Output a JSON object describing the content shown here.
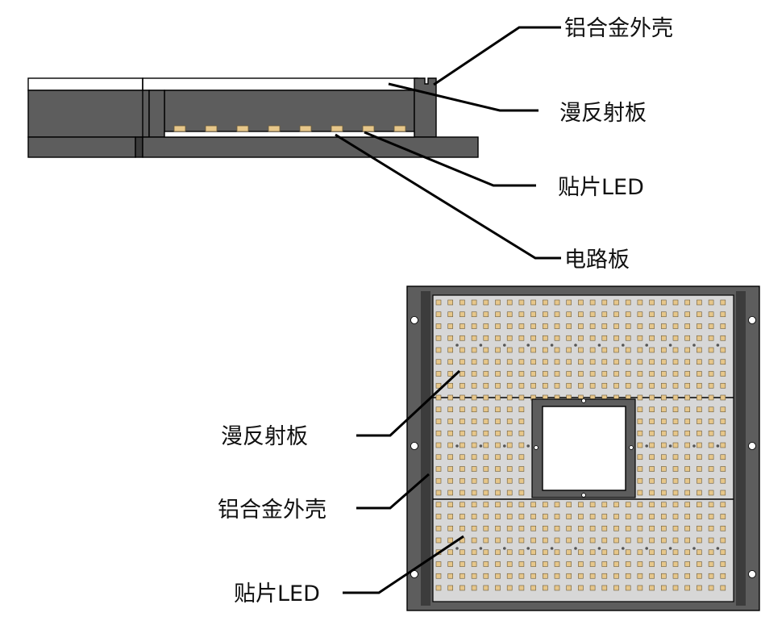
{
  "labels": {
    "aluminum_housing": "铝合金外壳",
    "diffuse_reflector": "漫反射板",
    "smd_led": "贴片LED",
    "circuit_board": "电路板"
  },
  "colors": {
    "housing": "#5d5d5d",
    "housing_dark": "#3c3c3c",
    "reflector": "#d7d7d7",
    "led_pad": "#e7c78a",
    "led_edge": "#6b5a3a",
    "background": "#ffffff"
  }
}
